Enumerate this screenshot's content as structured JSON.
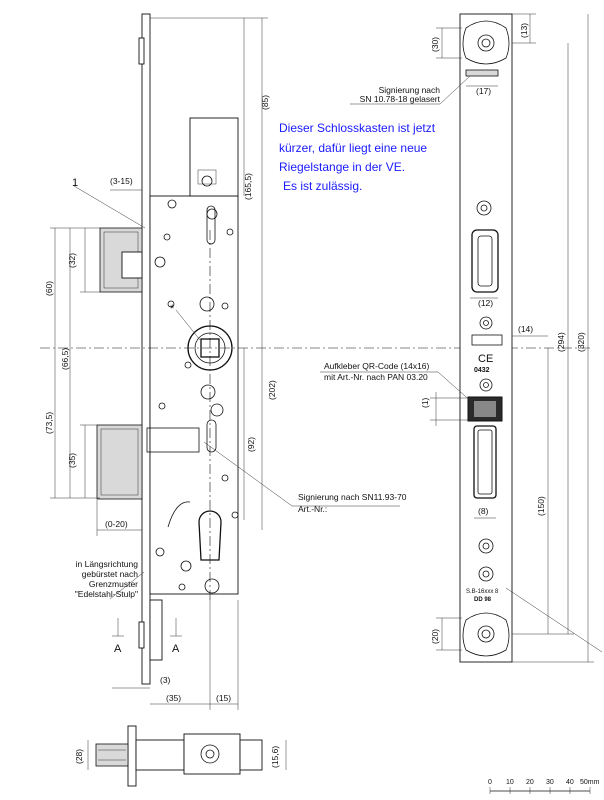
{
  "annotation_blue": {
    "line1": "Dieser Schlosskasten ist jetzt",
    "line2": "kürzer, dafür liegt eine neue",
    "line3": "Riegelstange in der VE.",
    "line4": "Es ist zulässig."
  },
  "labels": {
    "part_number": "1",
    "signierung_laser_1": "Signierung nach",
    "signierung_laser_2": "SN 10.78-18 gelasert",
    "aufkleber_1": "Aufkleber QR-Code (14x16)",
    "aufkleber_2": "mit Art.-Nr. nach PAN 03.20",
    "signierung_sn_1": "Signierung nach SN11.93-70",
    "signierung_sn_2": "Art.-Nr.:",
    "brushed_1": "in Längsrichtung",
    "brushed_2": "gebürstet nach",
    "brushed_3": "Grenzmuster",
    "brushed_4": "\"Edelstahl-Stulp\"",
    "section_a_left": "A",
    "section_a_right": "A",
    "asterisk": "*",
    "ce_mark": "CE",
    "ce_number": "0432",
    "stamp_1": "S.B-16xxx 8",
    "stamp_2": "DD 98"
  },
  "dimensions": {
    "d3_15": "(3-15)",
    "d85": "(85)",
    "d165_5": "(165,5)",
    "d32a": "(32)",
    "d60": "(60)",
    "d66_5": "(66,5)",
    "d73_5": "(73,5)",
    "d35a": "(35)",
    "d0_20": "(0-20)",
    "d202": "(202)",
    "d92": "(92)",
    "d3": "(3)",
    "d35b": "(35)",
    "d15a": "(15)",
    "d28": "(28)",
    "d15_6": "(15,6)",
    "d30": "(30)",
    "d13": "(13)",
    "d17": "(17)",
    "d12": "(12)",
    "d14": "(14)",
    "d1": "(1)",
    "d8": "(8)",
    "d150": "(150)",
    "d294": "(294)",
    "d320": "(320)",
    "d20": "(20)"
  },
  "scale_bar": {
    "ticks": [
      "0",
      "10",
      "20",
      "30",
      "40",
      "50mm"
    ]
  }
}
